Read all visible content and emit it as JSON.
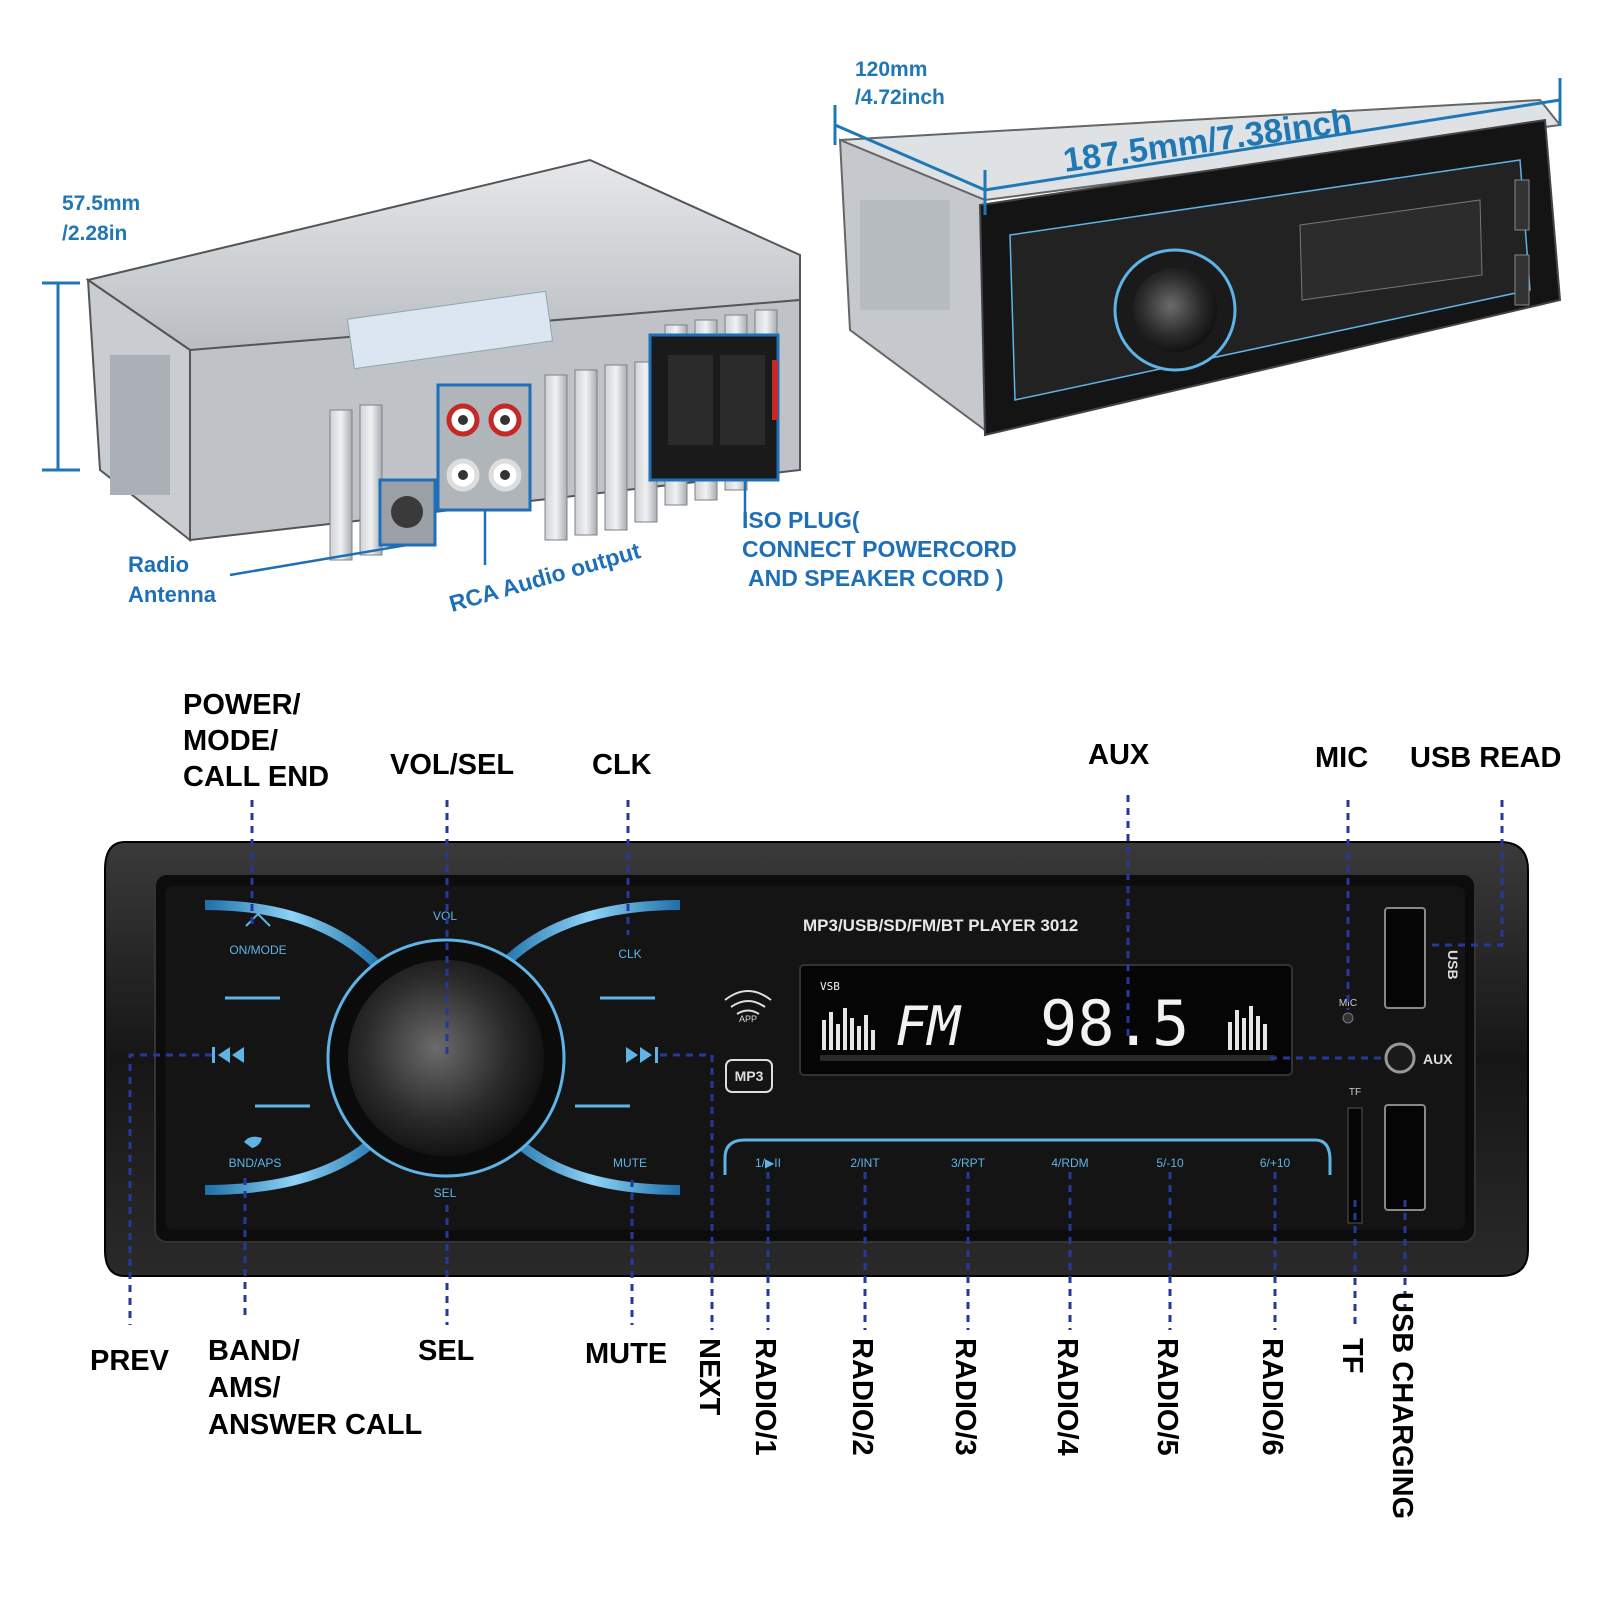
{
  "rear_view": {
    "height_mm": "57.5mm",
    "height_in": "/2.28in",
    "radio_antenna_1": "Radio",
    "radio_antenna_2": "Antenna",
    "rca_output": "RCA Audio output",
    "iso_plug_1": "ISO PLUG(",
    "iso_plug_2": "CONNECT POWERCORD",
    "iso_plug_3": "AND SPEAKER CORD )"
  },
  "front_view": {
    "depth_mm": "120mm",
    "depth_in": "/4.72inch",
    "width": "187.5mm/7.38inch"
  },
  "panel": {
    "model_text": "MP3/USB/SD/FM/BT PLAYER 3012",
    "lcd_mode": "FM",
    "lcd_freq": "98.5",
    "lcd_small": "VSB",
    "btn_onmode": "ON/MODE",
    "btn_vol": "VOL",
    "btn_clk": "CLK",
    "btn_band": "BND/APS",
    "btn_sel": "SEL",
    "btn_mute": "MUTE",
    "presets": [
      "1/▶II",
      "2/INT",
      "3/RPT",
      "4/RDM",
      "5/-10",
      "6/+10"
    ],
    "mic_small": "MIC",
    "aux_small": "AUX",
    "tf_small": "TF",
    "usb_small": "USB",
    "mp3_badge": "MP3",
    "app_badge": "APP"
  },
  "labels": {
    "power_1": "POWER/",
    "power_2": "MODE/",
    "power_3": "CALL END",
    "vol_sel": "VOL/SEL",
    "clk": "CLK",
    "aux": "AUX",
    "mic": "MIC",
    "usb_read": "USB READ",
    "prev": "PREV",
    "band_1": "BAND/",
    "band_2": "AMS/",
    "band_3": "ANSWER CALL",
    "sel": "SEL",
    "mute": "MUTE",
    "next": "NEXT",
    "radio1": "RADIO/1",
    "radio2": "RADIO/2",
    "radio3": "RADIO/3",
    "radio4": "RADIO/4",
    "radio5": "RADIO/5",
    "radio6": "RADIO/6",
    "tf": "TF",
    "usb_charging": "USB CHARGING"
  },
  "colors": {
    "accent_blue": "#1f78b4",
    "leader_blue": "#233a9a",
    "led_cyan": "#5fb4e6",
    "panel_black": "#111111"
  }
}
